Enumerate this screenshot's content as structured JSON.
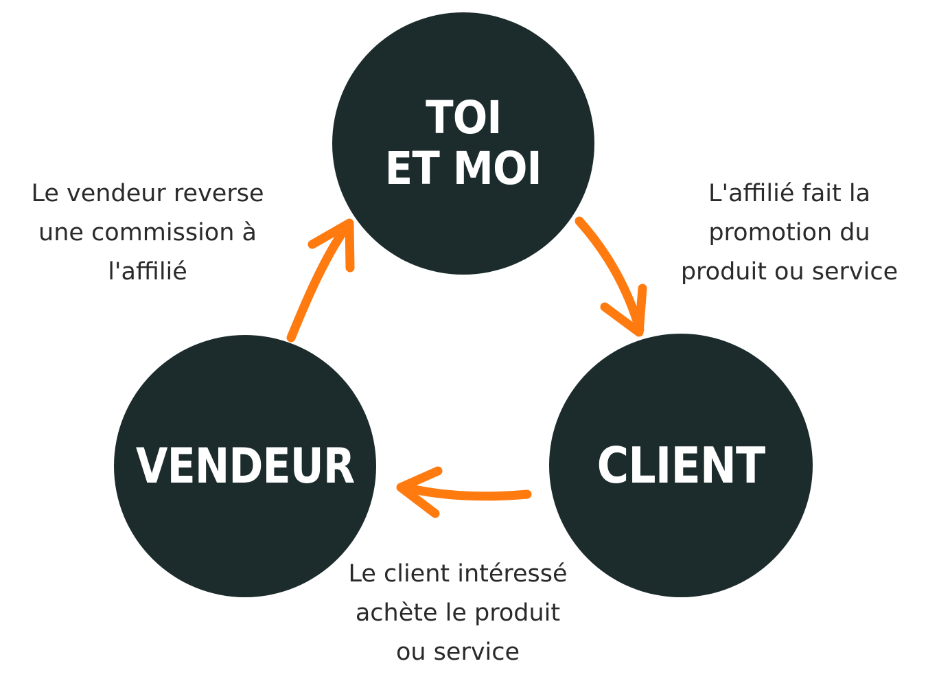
{
  "colors": {
    "node_fill": "#1c2b2b",
    "node_text": "#ffffff",
    "arrow": "#ff7a0f",
    "caption_text": "#2a2a2a",
    "background": "#ffffff"
  },
  "nodes": {
    "top": {
      "line1": "TOI",
      "line2": "ET MOI"
    },
    "left": {
      "label": "VENDEUR"
    },
    "right": {
      "label": "CLIENT"
    }
  },
  "captions": {
    "left": [
      "Le vendeur reverse",
      "une commission à",
      "l'affilié"
    ],
    "right": [
      "L'affilié fait la",
      "promotion du",
      "produit ou service"
    ],
    "bottom": [
      "Le client intéressé",
      "achète le produit",
      "ou service"
    ]
  }
}
